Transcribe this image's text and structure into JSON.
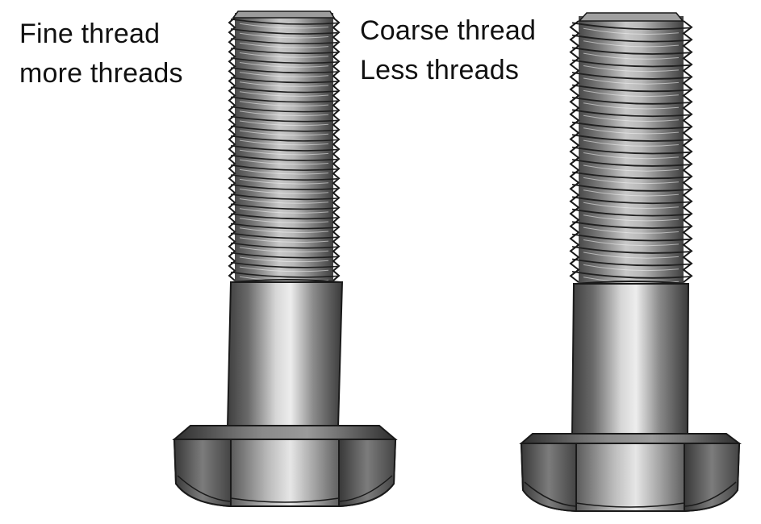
{
  "diagram": {
    "bolts": [
      {
        "id": "fine",
        "thread_type": "Fine thread",
        "thread_count": "more threads",
        "thread_pitch": "fine",
        "relative_thread_count": 27
      },
      {
        "id": "coarse",
        "thread_type": "Coarse thread",
        "thread_count": "Less threads",
        "thread_pitch": "coarse",
        "relative_thread_count": 21
      }
    ],
    "colors": {
      "background": "#ffffff",
      "outline": "#1a1a1a",
      "metal_dark": "#3c3c3c",
      "metal_mid": "#7a7a7a",
      "metal_light": "#e2e2e2",
      "text": "#111111"
    }
  }
}
